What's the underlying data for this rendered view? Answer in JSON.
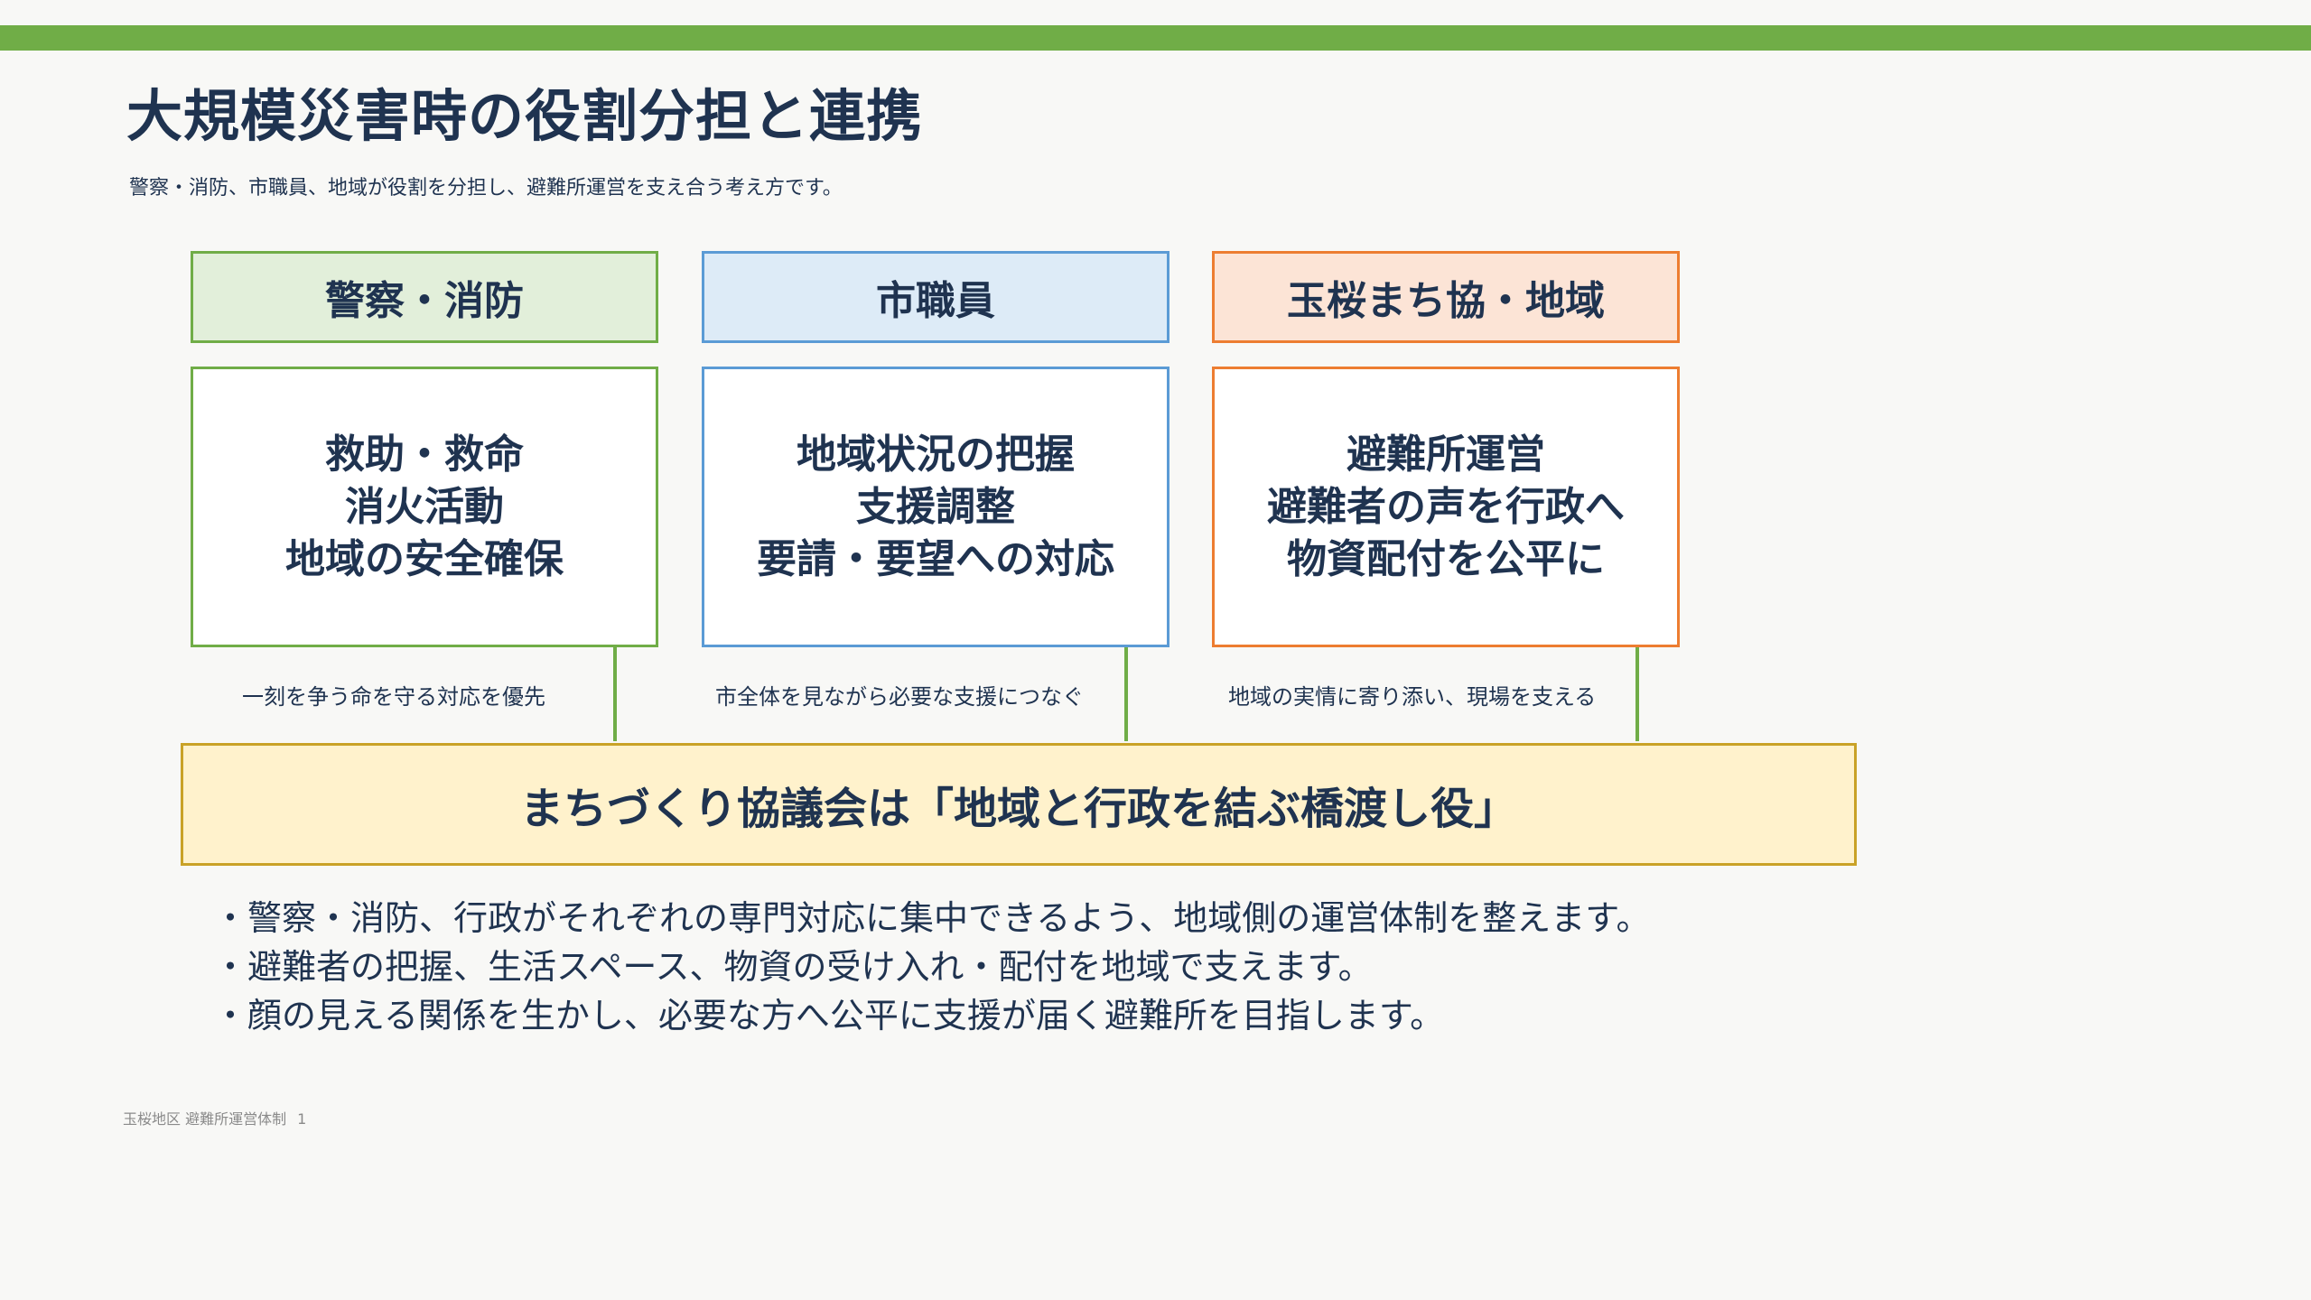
{
  "slide": {
    "title": "大規模災害時の役割分担と連携",
    "subtitle": "警察・消防、市職員、地域が役割を分担し、避難所運営を支え合う考え方です。"
  },
  "columns": [
    {
      "header": "警察・消防",
      "lines": [
        "救助・救命",
        "消火活動",
        "地域の安全確保"
      ],
      "caption": "一刻を争う命を守る対応を優先",
      "accent": "#70ad47",
      "header_bg": "#e2efda"
    },
    {
      "header": "市職員",
      "lines": [
        "地域状況の把握",
        "支援調整",
        "要請・要望への対応"
      ],
      "caption": "市全体を見ながら必要な支援につなぐ",
      "accent": "#5b9bd5",
      "header_bg": "#ddebf7"
    },
    {
      "header": "玉桜まち協・地域",
      "lines": [
        "避難所運営",
        "避難者の声を行政へ",
        "物資配付を公平に"
      ],
      "caption": "地域の実情に寄り添い、現場を支える",
      "accent": "#ed7d31",
      "header_bg": "#fce4d6"
    }
  ],
  "bridge": {
    "text": "まちづくり協議会は「地域と行政を結ぶ橋渡し役」",
    "border": "#c9a227",
    "bg": "#fff2cc"
  },
  "bullets": [
    "・警察・消防、行政がそれぞれの専門対応に集中できるよう、地域側の運営体制を整えます。",
    "・避難者の把握、生活スペース、物資の受け入れ・配付を地域で支えます。",
    "・顔の見える関係を生かし、必要な方へ公平に支援が届く避難所を目指します。"
  ],
  "footer": {
    "label": "玉桜地区 避難所運営体制",
    "page": "1"
  },
  "colors": {
    "top_bar": "#70ad47",
    "text": "#1f3350"
  }
}
